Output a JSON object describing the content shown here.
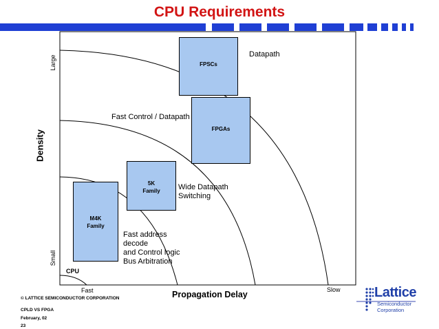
{
  "slide": {
    "title": "CPU Requirements",
    "accent_color": "#d21414",
    "bar_color": "#1f3fd4",
    "box_color": "#a8c8f0"
  },
  "axes": {
    "y_title": "Density",
    "y_top": "Large",
    "y_bottom": "Small",
    "x_title": "Propagation Delay",
    "x_left": "Fast",
    "x_right": "Slow"
  },
  "boxes": {
    "fpscs": "FPSCs",
    "fpgas": "FPGAs",
    "k5_line1": "5K",
    "k5_line2": "Family",
    "m4k_line1": "M4K",
    "m4k_line2": "Family",
    "cpu": "CPU"
  },
  "regions": {
    "datapath": "Datapath",
    "fast_control": "Fast Control / Datapath",
    "wide_line1": "Wide Datapath",
    "wide_line2": "Switching",
    "addr_line1": "Fast  address",
    "addr_line2": "decode",
    "addr_line3": "and Control logic",
    "addr_line4": "Bus Arbitration"
  },
  "footer": {
    "copyright": "© LATTICE SEMICONDUCTOR CORPORATION",
    "subject": "CPLD VS FPGA",
    "date": "February, 02",
    "page": "23",
    "logo_word": "Lattice",
    "logo_line1": "Semiconductor",
    "logo_line2": "Corporation"
  }
}
